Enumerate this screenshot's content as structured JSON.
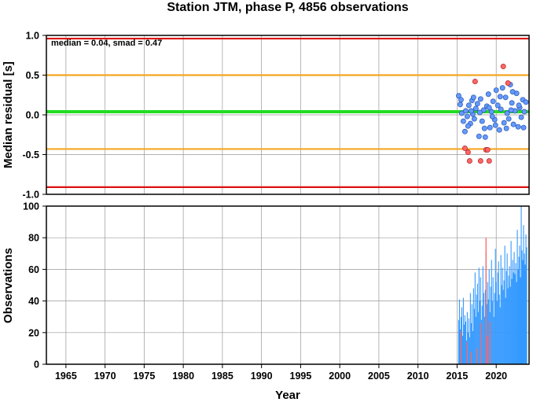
{
  "chart_data": [
    {
      "type": "scatter",
      "title": "Station JTM, phase P, 4856 observations",
      "ylabel": "Median residual [s]",
      "annotation": "median = 0.04, smad = 0.47",
      "xlim": [
        1962.5,
        2024.2
      ],
      "ylim": [
        -1.0,
        1.0
      ],
      "yticks": [
        "-1.0",
        "-0.5",
        "0.0",
        "0.5",
        "1.0"
      ],
      "ytick_values": [
        -1.0,
        -0.5,
        0.0,
        0.5,
        1.0
      ],
      "grid": true,
      "reference_lines": [
        {
          "y": 0.96,
          "color": "#dd1111"
        },
        {
          "y": 0.5,
          "color": "#f5a623"
        },
        {
          "y": 0.04,
          "color": "#22dd22"
        },
        {
          "y": -0.43,
          "color": "#f5a623"
        },
        {
          "y": -0.91,
          "color": "#dd1111"
        }
      ],
      "series": [
        {
          "color": "#6699ff",
          "points": [
            [
              2015.2,
              0.24
            ],
            [
              2015.4,
              0.13
            ],
            [
              2015.6,
              0.02
            ],
            [
              2015.8,
              -0.08
            ],
            [
              2016.0,
              -0.21
            ],
            [
              2016.1,
              0.05
            ],
            [
              2016.3,
              -0.02
            ],
            [
              2016.5,
              0.12
            ],
            [
              2016.7,
              -0.11
            ],
            [
              2016.9,
              0.18
            ],
            [
              2017.0,
              0.01
            ],
            [
              2017.2,
              -0.05
            ],
            [
              2017.4,
              0.08
            ],
            [
              2017.6,
              0.14
            ],
            [
              2017.8,
              -0.27
            ],
            [
              2018.0,
              0.2
            ],
            [
              2018.2,
              -0.08
            ],
            [
              2018.4,
              0.06
            ],
            [
              2018.6,
              -0.28
            ],
            [
              2018.8,
              0.11
            ],
            [
              2019.0,
              0.26
            ],
            [
              2019.2,
              -0.16
            ],
            [
              2019.4,
              0.04
            ],
            [
              2019.6,
              0.17
            ],
            [
              2019.8,
              -0.06
            ],
            [
              2020.0,
              0.31
            ],
            [
              2020.2,
              0.12
            ],
            [
              2020.4,
              -0.19
            ],
            [
              2020.6,
              0.07
            ],
            [
              2020.8,
              0.34
            ],
            [
              2021.0,
              -0.1
            ],
            [
              2021.2,
              0.22
            ],
            [
              2021.4,
              0.02
            ],
            [
              2021.6,
              -0.05
            ],
            [
              2021.8,
              0.38
            ],
            [
              2022.0,
              0.15
            ],
            [
              2022.2,
              -0.12
            ],
            [
              2022.4,
              0.05
            ],
            [
              2022.6,
              0.27
            ],
            [
              2022.8,
              -0.15
            ],
            [
              2023.0,
              0.09
            ],
            [
              2023.2,
              -0.03
            ],
            [
              2023.4,
              0.19
            ],
            [
              2023.6,
              0.04
            ],
            [
              2023.8,
              0.16
            ],
            [
              2015.5,
              0.19
            ],
            [
              2016.4,
              -0.14
            ],
            [
              2017.1,
              0.22
            ],
            [
              2017.9,
              0.03
            ],
            [
              2018.5,
              -0.17
            ],
            [
              2019.1,
              0.09
            ],
            [
              2019.9,
              -0.13
            ],
            [
              2020.5,
              0.23
            ],
            [
              2021.3,
              -0.17
            ],
            [
              2022.1,
              0.29
            ],
            [
              2022.9,
              0.12
            ],
            [
              2023.5,
              -0.16
            ],
            [
              2016.8,
              0.05
            ],
            [
              2019.5,
              -0.02
            ],
            [
              2021.9,
              0.06
            ]
          ]
        },
        {
          "color": "#ff6666",
          "points": [
            [
              2016.0,
              -0.42
            ],
            [
              2016.4,
              -0.47
            ],
            [
              2016.6,
              -0.58
            ],
            [
              2017.3,
              0.42
            ],
            [
              2018.0,
              -0.58
            ],
            [
              2018.7,
              -0.44
            ],
            [
              2018.9,
              -0.44
            ],
            [
              2019.1,
              -0.58
            ],
            [
              2020.9,
              0.61
            ],
            [
              2021.5,
              0.4
            ]
          ]
        }
      ]
    },
    {
      "type": "bar",
      "xlabel": "Year",
      "ylabel": "Observations",
      "xlim": [
        1962.5,
        2024.2
      ],
      "ylim": [
        0,
        100
      ],
      "xticks": [
        "1965",
        "1970",
        "1975",
        "1980",
        "1985",
        "1990",
        "1995",
        "2000",
        "2005",
        "2010",
        "2015",
        "2020"
      ],
      "xtick_values": [
        1965,
        1970,
        1975,
        1980,
        1985,
        1990,
        1995,
        2000,
        2005,
        2010,
        2015,
        2020
      ],
      "yticks": [
        "0",
        "20",
        "40",
        "60",
        "80",
        "100"
      ],
      "ytick_values": [
        0,
        20,
        40,
        60,
        80,
        100
      ],
      "grid": true,
      "series": [
        {
          "color": "#3399ff",
          "x_start": 2015.2,
          "x_step": 0.1,
          "values": [
            28,
            41,
            22,
            30,
            36,
            18,
            42,
            25,
            31,
            27,
            15,
            33,
            20,
            29,
            17,
            45,
            26,
            38,
            21,
            48,
            35,
            58,
            30,
            44,
            51,
            33,
            61,
            40,
            55,
            28,
            37,
            62,
            45,
            30,
            47,
            71,
            38,
            52,
            41,
            60,
            33,
            49,
            66,
            40,
            55,
            30,
            45,
            73,
            52,
            40,
            58,
            65,
            44,
            36,
            69,
            50,
            61,
            47,
            53,
            75,
            42,
            59,
            70,
            48,
            56,
            62,
            49,
            78,
            54,
            66,
            58,
            71,
            57,
            64,
            52,
            85,
            60,
            68,
            75,
            55,
            100,
            72,
            66,
            88,
            70,
            63,
            82,
            74
          ]
        },
        {
          "color": "#ff6666",
          "x": [
            2015.5,
            2016.3,
            2016.8,
            2017.5,
            2018.0,
            2018.7,
            2018.9,
            2019.2
          ],
          "values": [
            21,
            14,
            8,
            10,
            26,
            80,
            18,
            27
          ]
        }
      ]
    }
  ]
}
